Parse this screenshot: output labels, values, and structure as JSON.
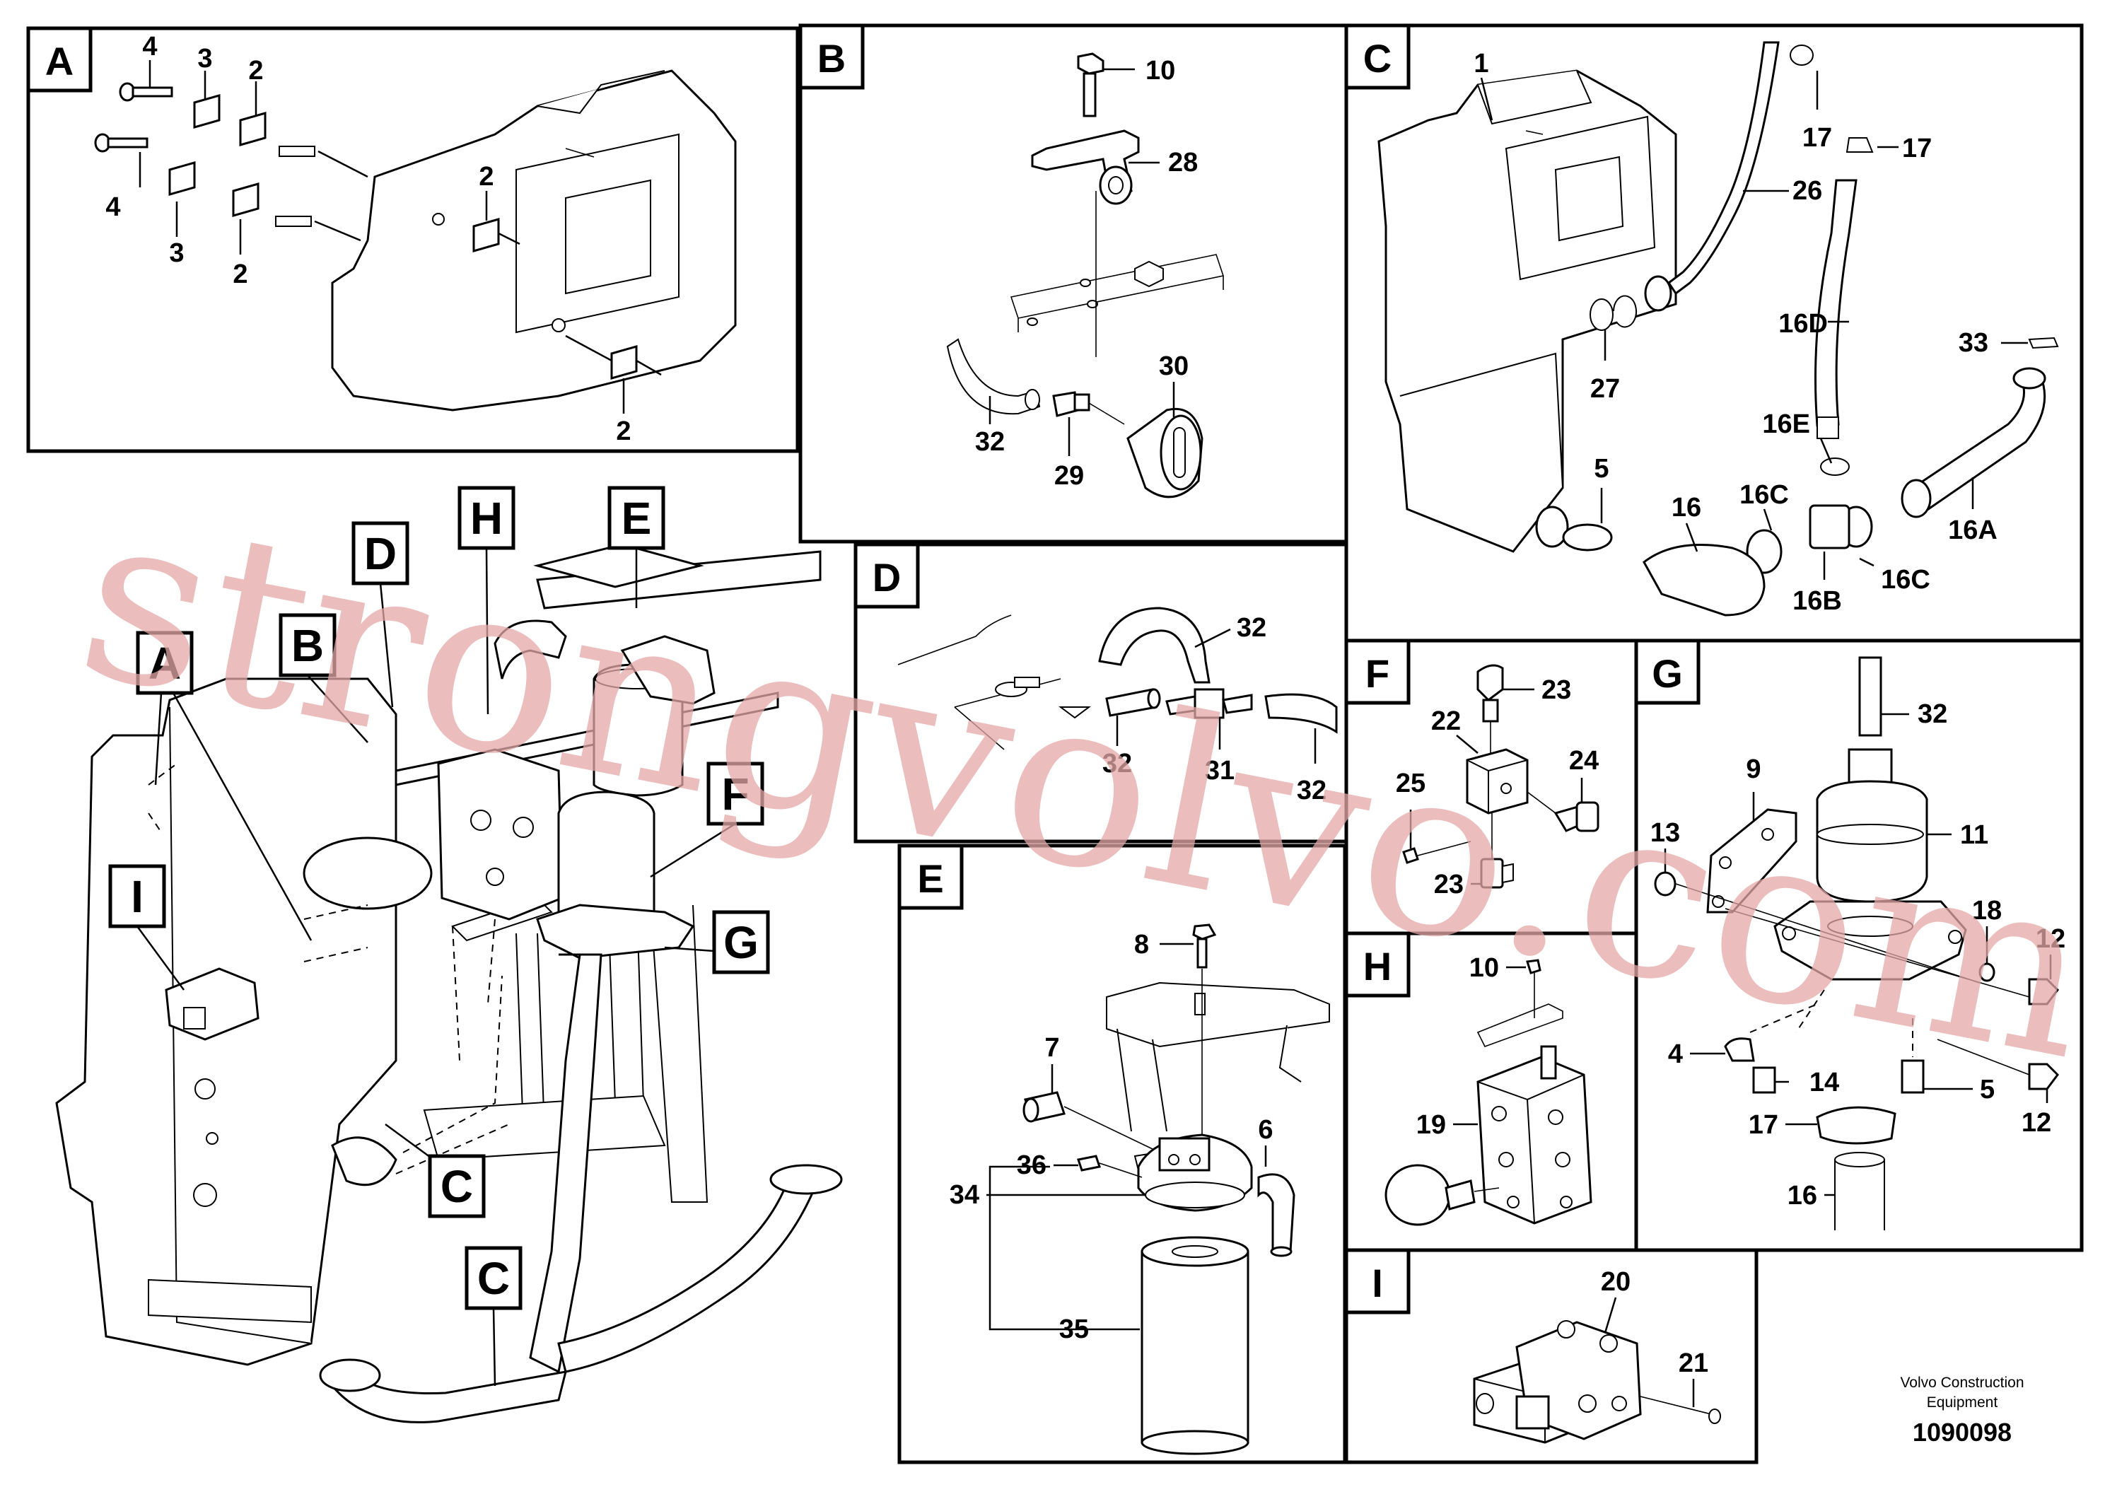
{
  "panels": {
    "A": {
      "tag": "A",
      "labels": [
        "4",
        "3",
        "2",
        "4",
        "3",
        "2",
        "2",
        "2"
      ]
    },
    "B": {
      "tag": "B",
      "labels": [
        "10",
        "28",
        "30",
        "32",
        "29"
      ]
    },
    "C": {
      "tag": "C",
      "labels": [
        "1",
        "17",
        "17",
        "26",
        "16D",
        "33",
        "27",
        "16E",
        "5",
        "16",
        "16C",
        "16A",
        "16B",
        "16C"
      ]
    },
    "D": {
      "tag": "D",
      "labels": [
        "32",
        "32",
        "31",
        "32"
      ]
    },
    "E": {
      "tag": "E",
      "labels": [
        "8",
        "7",
        "6",
        "36",
        "34",
        "35"
      ]
    },
    "F": {
      "tag": "F",
      "labels": [
        "23",
        "22",
        "24",
        "25",
        "23"
      ]
    },
    "G": {
      "tag": "G",
      "labels": [
        "32",
        "9",
        "11",
        "13",
        "18",
        "12",
        "4",
        "14",
        "5",
        "12",
        "17",
        "16"
      ]
    },
    "H": {
      "tag": "H",
      "labels": [
        "10",
        "19"
      ]
    },
    "I": {
      "tag": "I",
      "labels": [
        "20",
        "21"
      ]
    }
  },
  "overview": {
    "tags": [
      "D",
      "H",
      "E",
      "B",
      "A",
      "F",
      "I",
      "G",
      "C",
      "C"
    ]
  },
  "watermark": "strongvolvo.com",
  "footer": {
    "brand_line1": "Volvo Construction",
    "brand_line2": "Equipment",
    "doc_number": "1090098"
  }
}
